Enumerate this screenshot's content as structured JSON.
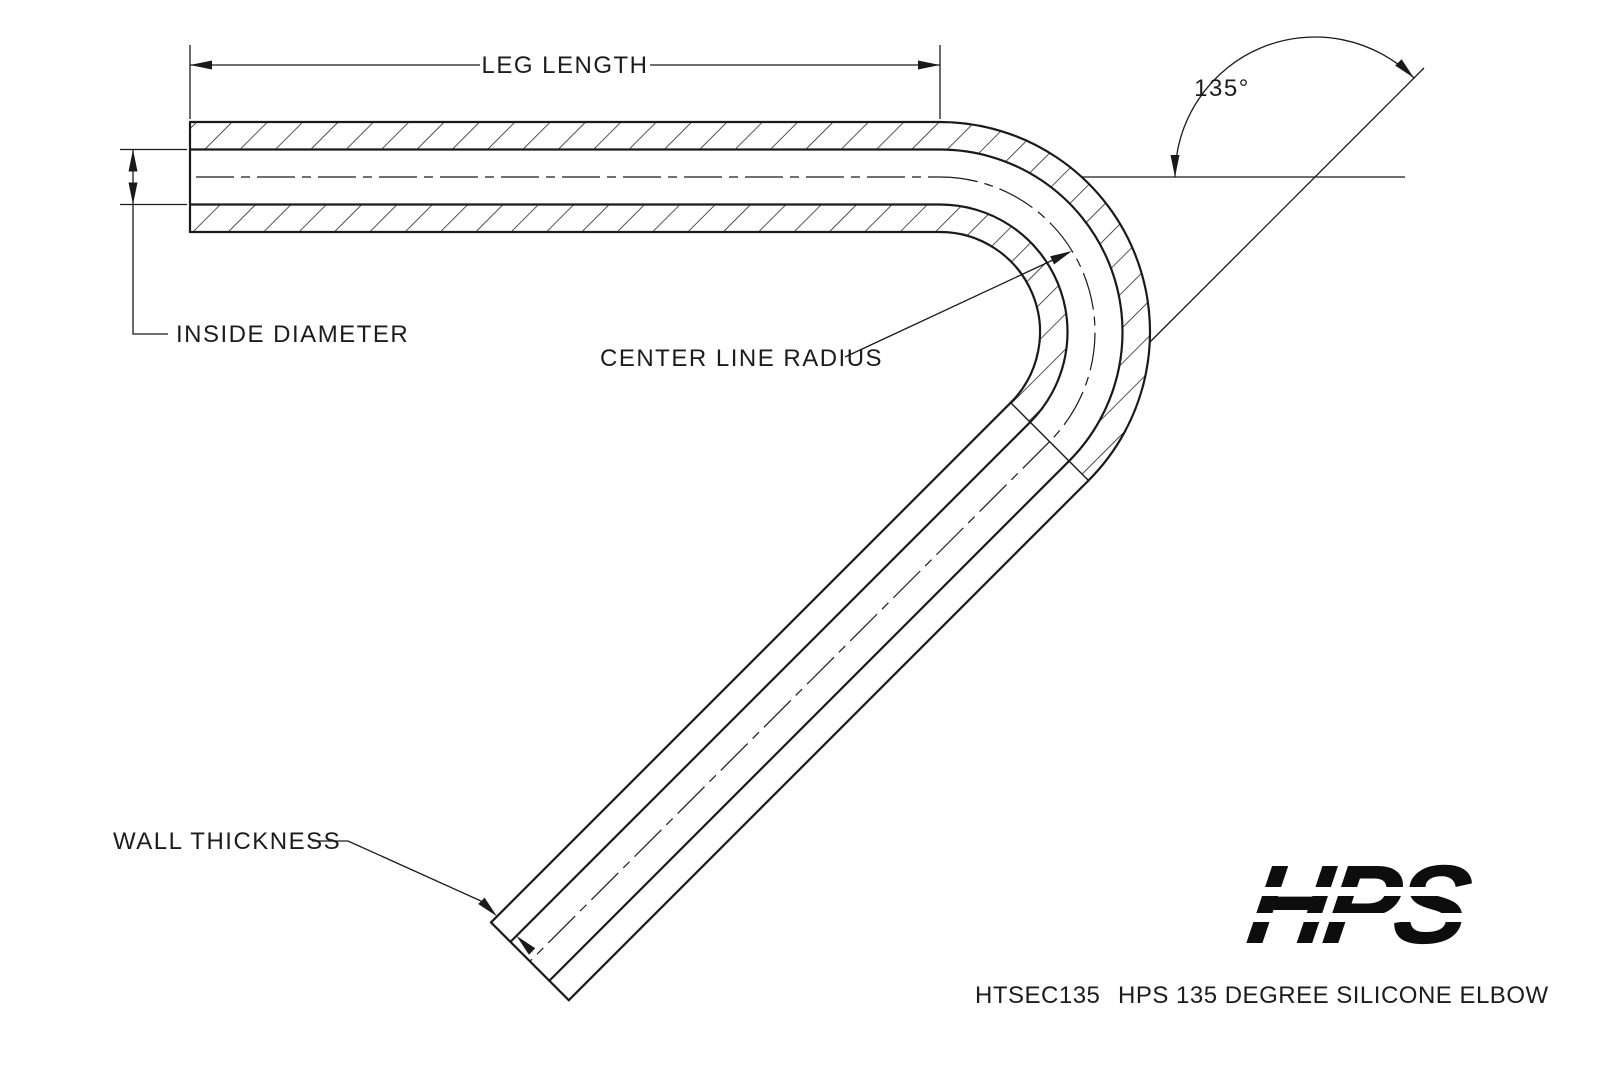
{
  "drawing": {
    "labels": {
      "leg_length": "LEG LENGTH",
      "angle": "135°",
      "inside_diameter": "INSIDE DIAMETER",
      "center_line_radius": "CENTER LINE RADIUS",
      "wall_thickness": "WALL THICKNESS"
    },
    "title_block": {
      "logo_text": "HPS",
      "part_number": "HTSEC135",
      "part_title": "HPS 135 DEGREE SILICONE ELBOW"
    },
    "colors": {
      "line": "#1a1a1a",
      "background": "#ffffff"
    }
  }
}
